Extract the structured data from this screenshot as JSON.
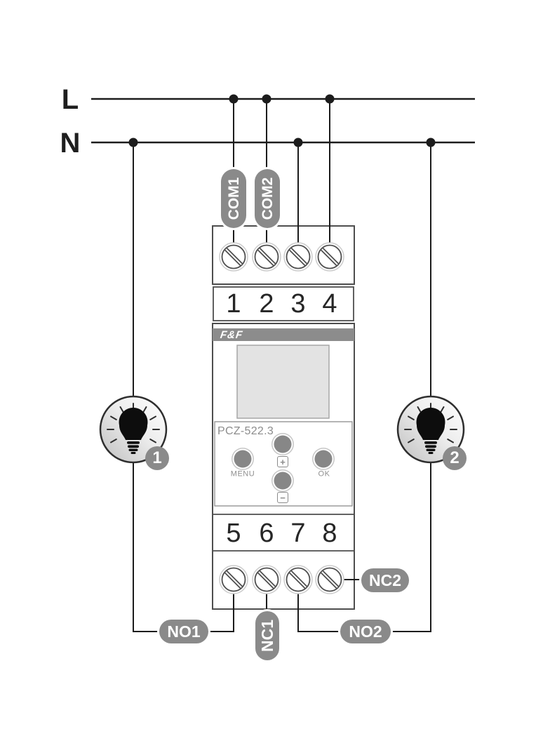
{
  "power_lines": {
    "live_label": "L",
    "neutral_label": "N"
  },
  "wire_labels": {
    "com1": "COM1",
    "com2": "COM2",
    "nc2": "NC2",
    "no1": "NO1",
    "nc1": "NC1",
    "no2": "NO2"
  },
  "device": {
    "brand": "F&F",
    "model": "PCZ-522.3",
    "top_terminals": [
      "1",
      "2",
      "3",
      "4"
    ],
    "bottom_terminals": [
      "5",
      "6",
      "7",
      "8"
    ],
    "buttons": {
      "menu": "MENU",
      "plus": "+",
      "minus": "−",
      "ok": "OK"
    }
  },
  "loads": {
    "lamp1_number": "1",
    "lamp2_number": "2"
  },
  "colors": {
    "wire": "#1c1c1c",
    "label_pill_gray": "#8a8a8a",
    "logo_band_gray": "#8c8c8c",
    "device_outline": "#4e4e4e",
    "lcd_gray": "#e3e3e3",
    "button_gray": "#878787"
  }
}
